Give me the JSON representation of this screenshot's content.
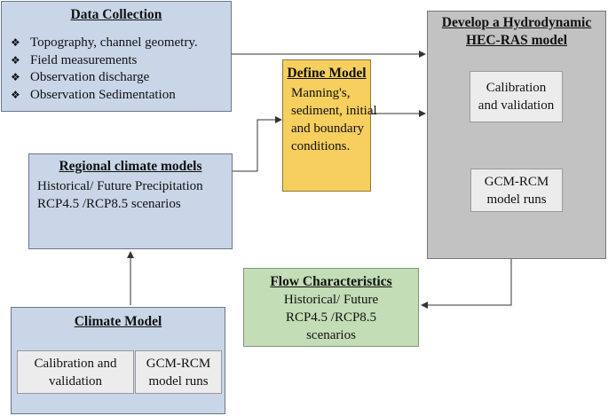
{
  "data_collection": {
    "title": "Data Collection",
    "items": [
      "Topography, channel geometry.",
      "Field measurements",
      "Observation discharge",
      "Observation Sedimentation"
    ]
  },
  "define_model": {
    "title": "Define Model",
    "lines": [
      "Manning's,",
      "sediment, initial",
      "and boundary",
      "conditions."
    ]
  },
  "hec_ras": {
    "title_line1": "Develop a Hydrodynamic",
    "title_line2": "HEC-RAS model",
    "calibration": [
      "Calibration",
      "and validation"
    ],
    "gcm_runs": [
      "GCM-RCM",
      "model runs"
    ]
  },
  "regional_climate": {
    "title": "Regional climate models",
    "lines": [
      "Historical/ Future Precipitation",
      "RCP4.5 /RCP8.5 scenarios"
    ]
  },
  "flow_characteristics": {
    "title": "Flow Characteristics",
    "lines": [
      "Historical/ Future",
      "RCP4.5 /RCP8.5",
      "scenarios"
    ]
  },
  "climate_model": {
    "title": "Climate Model",
    "calibration": [
      "Calibration and",
      "validation"
    ],
    "gcm_runs": [
      "GCM-RCM",
      "model runs"
    ]
  },
  "colors": {
    "blue_box": "#c9d6e8",
    "yellow_box": "#f6cf5e",
    "gray_box": "#c2c2c2",
    "green_box": "#c3ddb6",
    "inner_box": "#ececec"
  }
}
